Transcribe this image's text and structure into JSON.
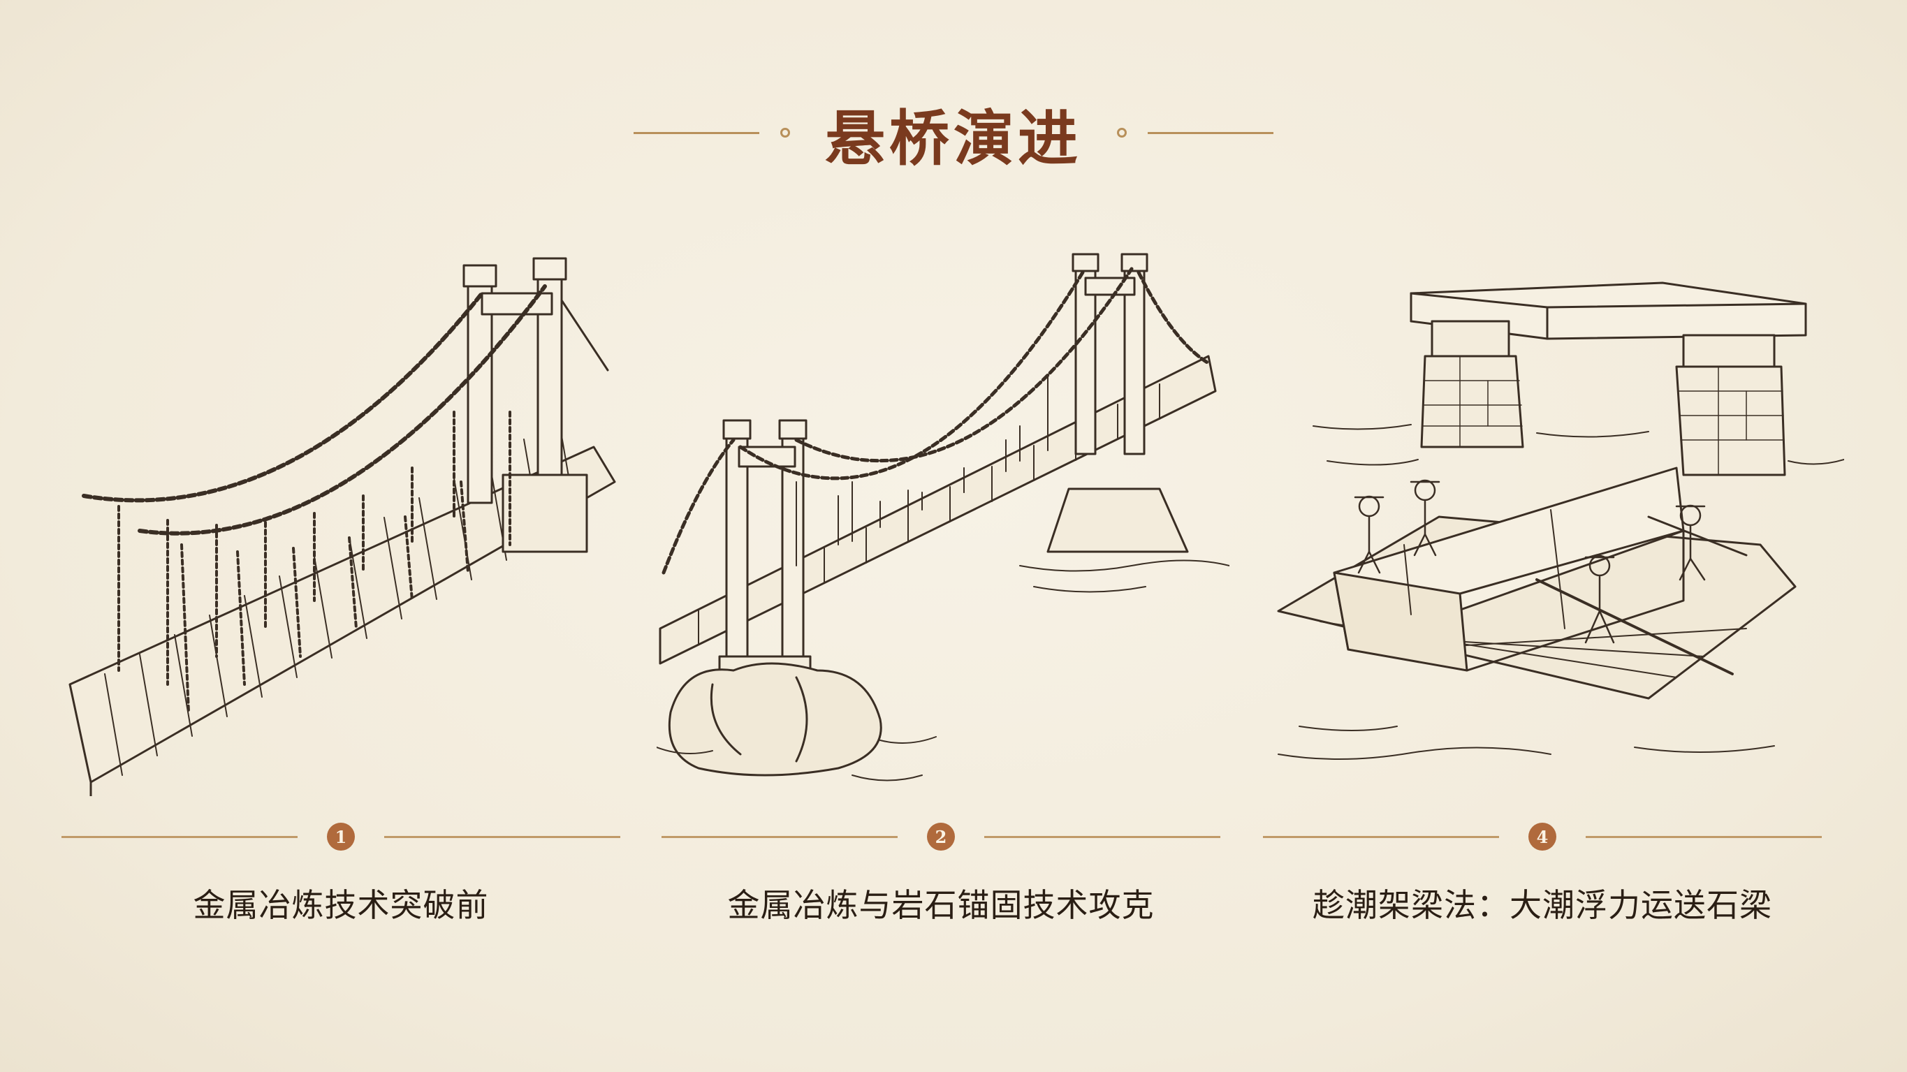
{
  "title": "悬桥演进",
  "steps": [
    {
      "number": "1",
      "caption": "金属冶炼技术突破前"
    },
    {
      "number": "2",
      "caption": "金属冶炼与岩石锚固技术攻克"
    },
    {
      "number": "4",
      "caption": "趁潮架梁法：大潮浮力运送石梁"
    }
  ],
  "colors": {
    "background": "#f4eee0",
    "title": "#7a3a1e",
    "accent_line": "#c09a68",
    "badge": "#b06a3c",
    "ink": "#3a2e24"
  },
  "icons": [
    "chain-suspension-bridge-illustration",
    "anchored-suspension-bridge-illustration",
    "stone-beam-raft-illustration"
  ]
}
